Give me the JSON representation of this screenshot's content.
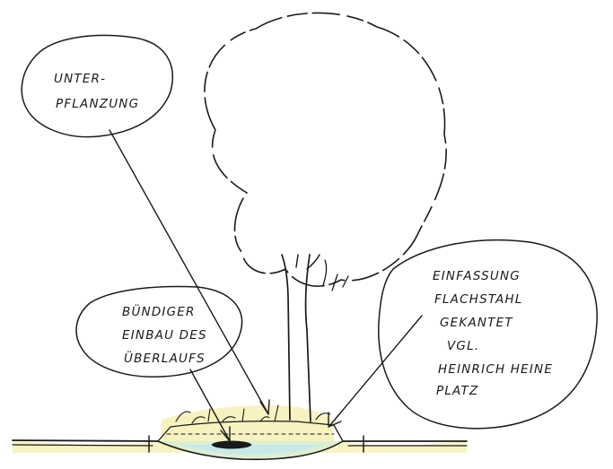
{
  "annotations": {
    "unterpflanzung": [
      "UNTER-",
      "PFLANZUNG"
    ],
    "buendiger_einbau": [
      "BÜNDIGER",
      "EINBAU DES",
      "ÜBERLAUFS"
    ],
    "einfassung": [
      "EINFASSUNG",
      "FLACHSTAHL",
      "GEKANTET",
      "VGL.",
      "HEINRICH HEINE",
      "PLATZ"
    ]
  },
  "colors": {
    "ink": "#1a1a1a",
    "pale_yellow": "#f6efb0",
    "pale_green": "#dcefd2",
    "water_blue": "#c5e6ee",
    "shadow_gray": "#9a9a9a"
  }
}
